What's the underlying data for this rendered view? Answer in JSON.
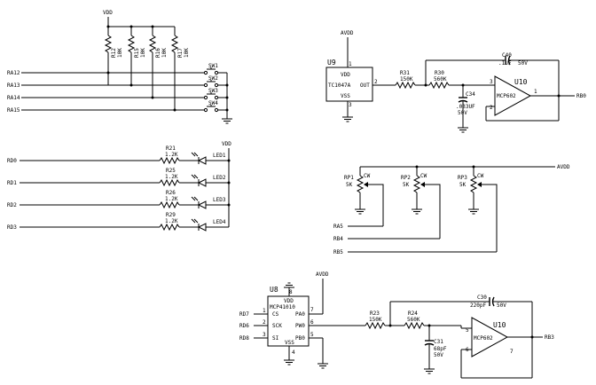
{
  "top_left": {
    "vdd": "VDD",
    "resistors": [
      {
        "ref": "R12",
        "value": "10K"
      },
      {
        "ref": "R15",
        "value": "10K"
      },
      {
        "ref": "R16",
        "value": "10K"
      },
      {
        "ref": "R17",
        "value": "10K"
      }
    ],
    "inputs": [
      "RA12",
      "RA13",
      "RA14",
      "RA15"
    ],
    "switches": [
      "SW1",
      "SW2",
      "SW3",
      "SW4"
    ]
  },
  "leds": {
    "vdd": "VDD",
    "rows": [
      {
        "net": "RD0",
        "ref": "R21",
        "value": "1.2K",
        "led": "LED1"
      },
      {
        "net": "RD1",
        "ref": "R25",
        "value": "1.2K",
        "led": "LED2"
      },
      {
        "net": "RD2",
        "ref": "R26",
        "value": "1.2K",
        "led": "LED3"
      },
      {
        "net": "RD3",
        "ref": "R29",
        "value": "1.2K",
        "led": "LED4"
      }
    ]
  },
  "u9_stage": {
    "avdd": "AVDD",
    "u9_ref": "U9",
    "u9_pin_vdd": "VDD",
    "u9_part": "TC1047A",
    "u9_out": "OUT",
    "u9_pin_vss": "VSS",
    "pin1": "1",
    "pin2": "2",
    "pin3": "3",
    "r31_ref": "R31",
    "r31_val": "150K",
    "r30_ref": "R30",
    "r30_val": "560K",
    "c40_ref": "C40",
    "c40_val": ".1UF",
    "c40_volt": "50V",
    "c34_ref": "C34",
    "c34_val": ".033UF",
    "c34_volt": "50V",
    "u10_ref": "U10",
    "u10_part": "MCP602",
    "op_pin_plus": "3",
    "op_pin_minus": "2",
    "op_pin_out": "1",
    "output": "RB0"
  },
  "pots": {
    "avdd": "AVDD",
    "items": [
      {
        "ref": "RP1",
        "value": "5K",
        "cw": "CW"
      },
      {
        "ref": "RP2",
        "value": "5K",
        "cw": "CW"
      },
      {
        "ref": "RP3",
        "value": "5K",
        "cw": "CW"
      }
    ],
    "nets": [
      "RA5",
      "RB4",
      "RB5"
    ]
  },
  "u8_stage": {
    "avdd": "AVDD",
    "u8_ref": "U8",
    "u8_pin_vdd": "VDD",
    "u8_part": "MCP41010",
    "pins": {
      "cs": "CS",
      "sck": "SCK",
      "si": "SI",
      "vss": "VSS",
      "pa0": "PA0",
      "pw0": "PW0",
      "pb0": "PB0"
    },
    "pin_numbers": {
      "cs": "1",
      "sck": "2",
      "si": "3",
      "vss": "4",
      "pb0": "5",
      "pw0": "6",
      "pa0": "7",
      "vdd": "8"
    },
    "inputs": [
      "RD7",
      "RD6",
      "RD8"
    ],
    "r23_ref": "R23",
    "r23_val": "150K",
    "r24_ref": "R24",
    "r24_val": "560K",
    "c30_ref": "C30",
    "c30_val": "220pF",
    "c30_volt": "50V",
    "c31_ref": "C31",
    "c31_val": "68pF",
    "c31_volt": "50V",
    "u10_ref": "U10",
    "u10_part": "MCP602",
    "op_pin_plus": "5",
    "op_pin_minus": "6",
    "op_pin_out": "7",
    "output": "RB3"
  }
}
